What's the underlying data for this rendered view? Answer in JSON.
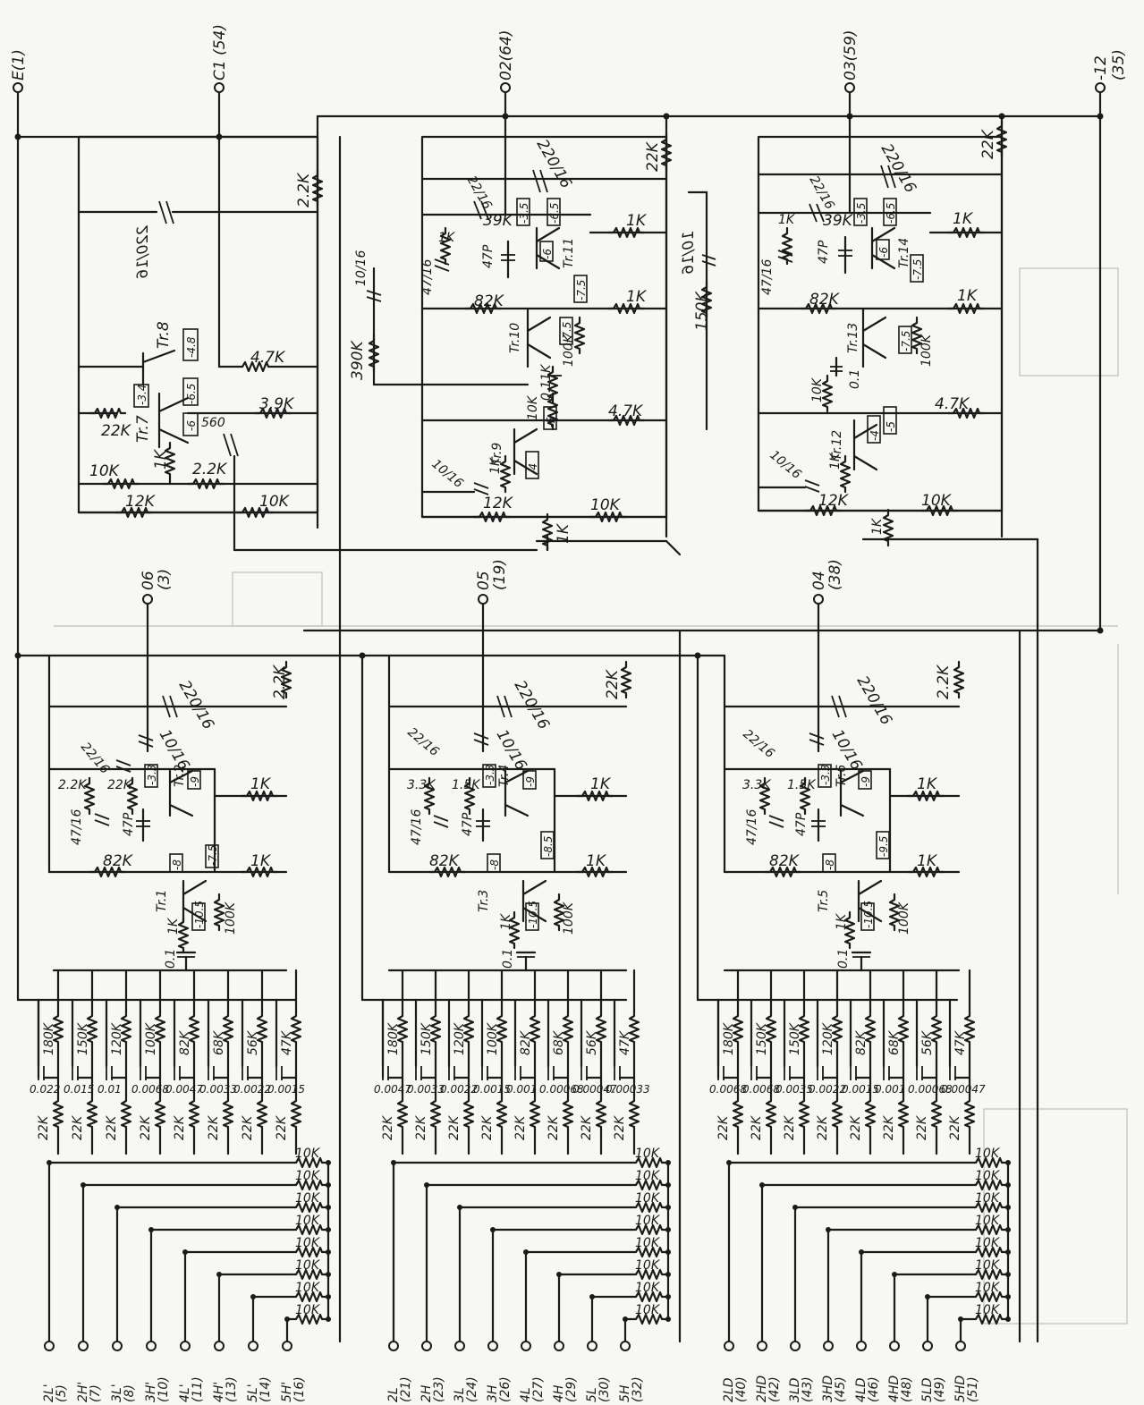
{
  "terminals_top": [
    {
      "id": "t-e1",
      "label": "E(1)"
    },
    {
      "id": "t-c1",
      "label": "C1 (54)"
    },
    {
      "id": "t-02",
      "label": "02(64)"
    },
    {
      "id": "t-03",
      "label": "03(59)"
    },
    {
      "id": "t-m12",
      "label": "-12"
    },
    {
      "id": "t-m12b",
      "label": "(35)"
    },
    {
      "id": "t-06",
      "label": "06"
    },
    {
      "id": "t-06b",
      "label": "(3)"
    },
    {
      "id": "t-05",
      "label": "05"
    },
    {
      "id": "t-05b",
      "label": "(19)"
    },
    {
      "id": "t-04",
      "label": "04"
    },
    {
      "id": "t-04b",
      "label": "(38)"
    }
  ],
  "upper_left": {
    "r_22k": "2.2K",
    "c_220": "220/16",
    "tr8": "Tr.8",
    "v_48": "-4.8",
    "r_47k": "4.7K",
    "v_34": "-3.4",
    "tr7": "Tr.7",
    "v_65": "-6.5",
    "r_560": "560",
    "r_39k": "3.9K",
    "r_22k2": "22K",
    "v_6": "-6",
    "r_1k": "1K",
    "r_10k": "10K",
    "r_22k3": "2.2K",
    "r_12k": "12K",
    "r_10k2": "10K"
  },
  "upper_mid": {
    "c_220": "220/16",
    "r_22k": "22K",
    "c_22": "22/16",
    "r_39k": "39K",
    "v_35": "-3.5",
    "v_65": "-6.5",
    "r_1k": "1K",
    "c_10": "10/16",
    "r_390k": "390K",
    "c_47": "47/16",
    "c_47p": "47P",
    "tr11": "Tr.11",
    "v_6": "-6",
    "r_82k": "82K",
    "tr10": "Tr.10",
    "v_75": "-7.5",
    "r_1k2": "1K",
    "r_100k": "100K",
    "v_75b": "-7.5",
    "r_011k": "0.11K",
    "r_47k": "4.7K",
    "r_10k": "10K",
    "v_4": "-4",
    "v_5": "-5",
    "tr9": "Tr.9",
    "c_10b": "10/16",
    "r_12k": "12K",
    "r_10k2": "10K",
    "r_1k3": "1K",
    "r_1k4": "1K",
    "r_150k": "150K",
    "c_10c": "10/16",
    "r_1k0": "1K"
  },
  "upper_right": {
    "c_220": "220/16",
    "r_22k": "22K",
    "c_22": "22/16",
    "r_39k": "39K",
    "v_35": "-3.5",
    "v_65": "-6.5",
    "r_1k": "1K",
    "r_1kb": "1K",
    "c_47": "47/16",
    "c_47p": "47P",
    "tr14": "Tr.14",
    "v_6": "-6",
    "v_75": "-7.5",
    "r_82k": "82K",
    "tr13": "Tr.13",
    "r_1k2": "1K",
    "r_100k": "100K",
    "c_01": "0.1",
    "r_10k": "10K",
    "r_47k": "4.7K",
    "v_4": "-4",
    "v_5": "-5",
    "tr12": "Tr.12",
    "c_10": "10/16",
    "r_12k": "12K",
    "r_10k2": "10K",
    "r_1k3": "1K",
    "r_1k4": "1K",
    "v_75b": "-7.5"
  },
  "mid_left": {
    "c_220": "220/16",
    "r_22k": "2.2K",
    "c_10": "10/16",
    "c_22": "22/16",
    "r_22k2": "2.2K",
    "r_22k3": "22K",
    "v_33": "-3.3",
    "tr2": "Tr.2",
    "v_9": "-9",
    "r_1k": "1K",
    "c_47": "47/16",
    "c_47p": "47P",
    "r_82k": "82K",
    "v_8": "-8",
    "v_75": "-7.5",
    "r_1k2": "1K",
    "tr1": "Tr.1",
    "r_1k3": "1K",
    "v_105": "-10.5",
    "r_100k": "100K",
    "c_01": "0.1"
  },
  "mid_mid": {
    "c_220": "220/16",
    "r_22k": "22K",
    "c_10": "10/16",
    "c_22": "22/16",
    "r_33k": "3.3K",
    "r_15k": "1.5K",
    "v_33": "-3.3",
    "tr4": "Tr.4",
    "v_9": "-9",
    "r_1k": "1K",
    "c_47": "47/16",
    "c_47p": "47P",
    "r_82k": "82K",
    "v_8": "-8",
    "v_85": "-8.5",
    "r_1k2": "1K",
    "tr3": "Tr.3",
    "r_1k3": "1K",
    "v_105": "-10.5",
    "r_100k": "100K",
    "c_01": "0.1"
  },
  "mid_right": {
    "c_220": "220/16",
    "r_22k": "2.2K",
    "c_10": "10/16",
    "c_22": "22/16",
    "r_33k": "3.3K",
    "r_15k": "1.5K",
    "v_33": "-3.3",
    "tr6": "Tr.6",
    "v_9": "-9",
    "r_1k": "1K",
    "c_47": "47/16",
    "c_47p": "47P",
    "r_82k": "82K",
    "v_8": "-8",
    "v_95": "-9.5",
    "r_1k2": "1K",
    "tr5": "Tr.5",
    "r_1k3": "1K",
    "v_105": "-10.5",
    "r_100k": "100K",
    "c_01": "0.1"
  },
  "banks": [
    {
      "id": "left",
      "resistors": [
        "180K",
        "150K",
        "120K",
        "100K",
        "82K",
        "68K",
        "56K",
        "47K"
      ],
      "caps": [
        "0.022",
        "0.015",
        "0.01",
        "0.0068",
        "0.0047",
        "0.0033",
        "0.0022",
        "0.0015"
      ],
      "series": [
        "22K",
        "22K",
        "22K",
        "22K",
        "22K",
        "22K",
        "22K",
        "22K"
      ],
      "mix": [
        "10K",
        "10K",
        "10K",
        "10K",
        "10K",
        "10K",
        "10K",
        "10K"
      ],
      "inputs": [
        "2L'",
        "2H'",
        "3L'",
        "3H'",
        "4L'",
        "4H'",
        "5L'",
        "5H'"
      ],
      "pins": [
        "(5)",
        "(7)",
        "(8)",
        "(10)",
        "(11)",
        "(13)",
        "(14)",
        "(16)"
      ]
    },
    {
      "id": "mid",
      "resistors": [
        "180K",
        "150K",
        "120K",
        "100K",
        "82K",
        "68K",
        "56K",
        "47K"
      ],
      "caps": [
        "0.0047",
        "0.0033",
        "0.0022",
        "0.0015",
        "0.001",
        "0.00068",
        "0.00047",
        "0.00033"
      ],
      "series": [
        "22K",
        "22K",
        "22K",
        "22K",
        "22K",
        "22K",
        "22K",
        "22K"
      ],
      "mix": [
        "10K",
        "10K",
        "10K",
        "10K",
        "10K",
        "10K",
        "10K",
        "10K"
      ],
      "inputs": [
        "2L",
        "2H",
        "3L",
        "3H",
        "4L",
        "4H",
        "5L",
        "5H"
      ],
      "pins": [
        "(21)",
        "(23)",
        "(24)",
        "(26)",
        "(27)",
        "(29)",
        "(30)",
        "(32)"
      ]
    },
    {
      "id": "right",
      "resistors": [
        "180K",
        "150K",
        "150K",
        "120K",
        "82K",
        "68K",
        "56K",
        "47K"
      ],
      "caps": [
        "0.0068",
        "0.0068",
        "0.0035",
        "0.0022",
        "0.0015",
        "0.001",
        "0.00068",
        "0.00047"
      ],
      "series": [
        "22K",
        "22K",
        "22K",
        "22K",
        "22K",
        "22K",
        "22K",
        "22K"
      ],
      "mix": [
        "10K",
        "10K",
        "10K",
        "10K",
        "10K",
        "10K",
        "10K",
        "10K"
      ],
      "inputs": [
        "2LD",
        "2HD",
        "3LD",
        "3HD",
        "4LD",
        "4HD",
        "5LD",
        "5HD"
      ],
      "pins": [
        "(40)",
        "(42)",
        "(43)",
        "(45)",
        "(46)",
        "(48)",
        "(49)",
        "(51)"
      ]
    }
  ]
}
